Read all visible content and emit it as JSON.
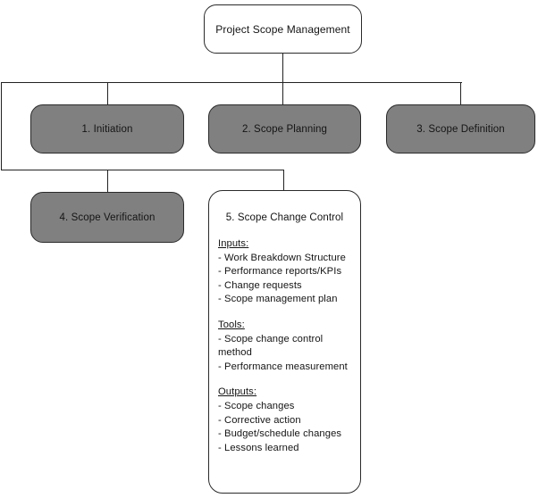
{
  "diagram": {
    "title": "Project Scope Management",
    "type": "hierarchy-tree",
    "colors": {
      "process_fill": "#808080",
      "detail_fill": "#ffffff",
      "border": "#2a2a2a",
      "connector": "#222222",
      "text": "#141414"
    },
    "root": {
      "label": "Project Scope Management"
    },
    "processes": [
      {
        "label": "1. Initiation"
      },
      {
        "label": "2. Scope Planning"
      },
      {
        "label": "3. Scope Definition"
      },
      {
        "label": "4. Scope Verification"
      }
    ],
    "detail_node": {
      "title": "5. Scope Change Control",
      "groups": [
        {
          "heading": "Inputs:",
          "items": [
            "- Work Breakdown Structure",
            "- Performance reports/KPIs",
            "- Change requests",
            "- Scope management plan"
          ]
        },
        {
          "heading": "Tools:",
          "items": [
            "- Scope change control method",
            "- Performance measurement"
          ]
        },
        {
          "heading": "Outputs:",
          "items": [
            "- Scope changes",
            "- Corrective action",
            "- Budget/schedule changes",
            "- Lessons learned"
          ]
        }
      ]
    }
  }
}
